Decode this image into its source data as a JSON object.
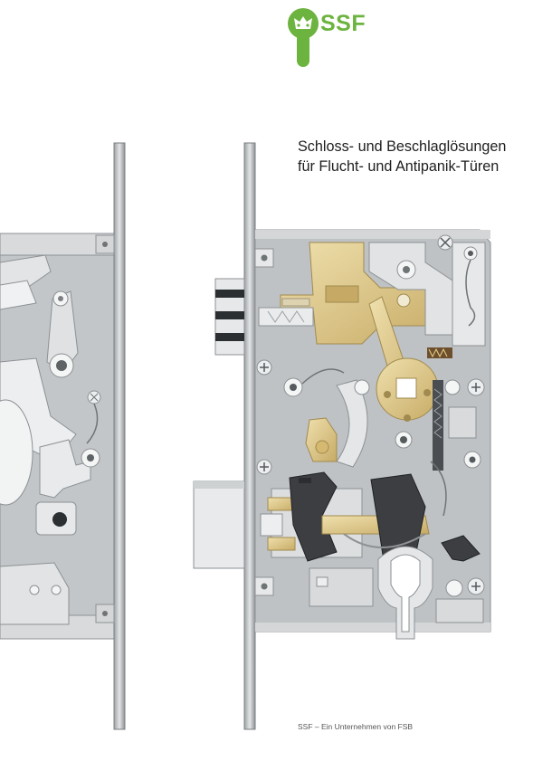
{
  "brand": {
    "logo_text": "SSF",
    "accent": "#6cb33f"
  },
  "headline": {
    "line1": "Schloss- und Beschlaglösungen",
    "line2": "für Flucht- und Antipanik-Türen"
  },
  "footer": {
    "text": "SSF – Ein Unternehmen von FSB"
  },
  "illustration": {
    "subject": "lock-mechanism-cutaway",
    "colors": {
      "steel": "#c9ccce",
      "plate": "#b8bcbe",
      "brass": "#d9c48a",
      "dark_part": "#3c3e42"
    }
  }
}
